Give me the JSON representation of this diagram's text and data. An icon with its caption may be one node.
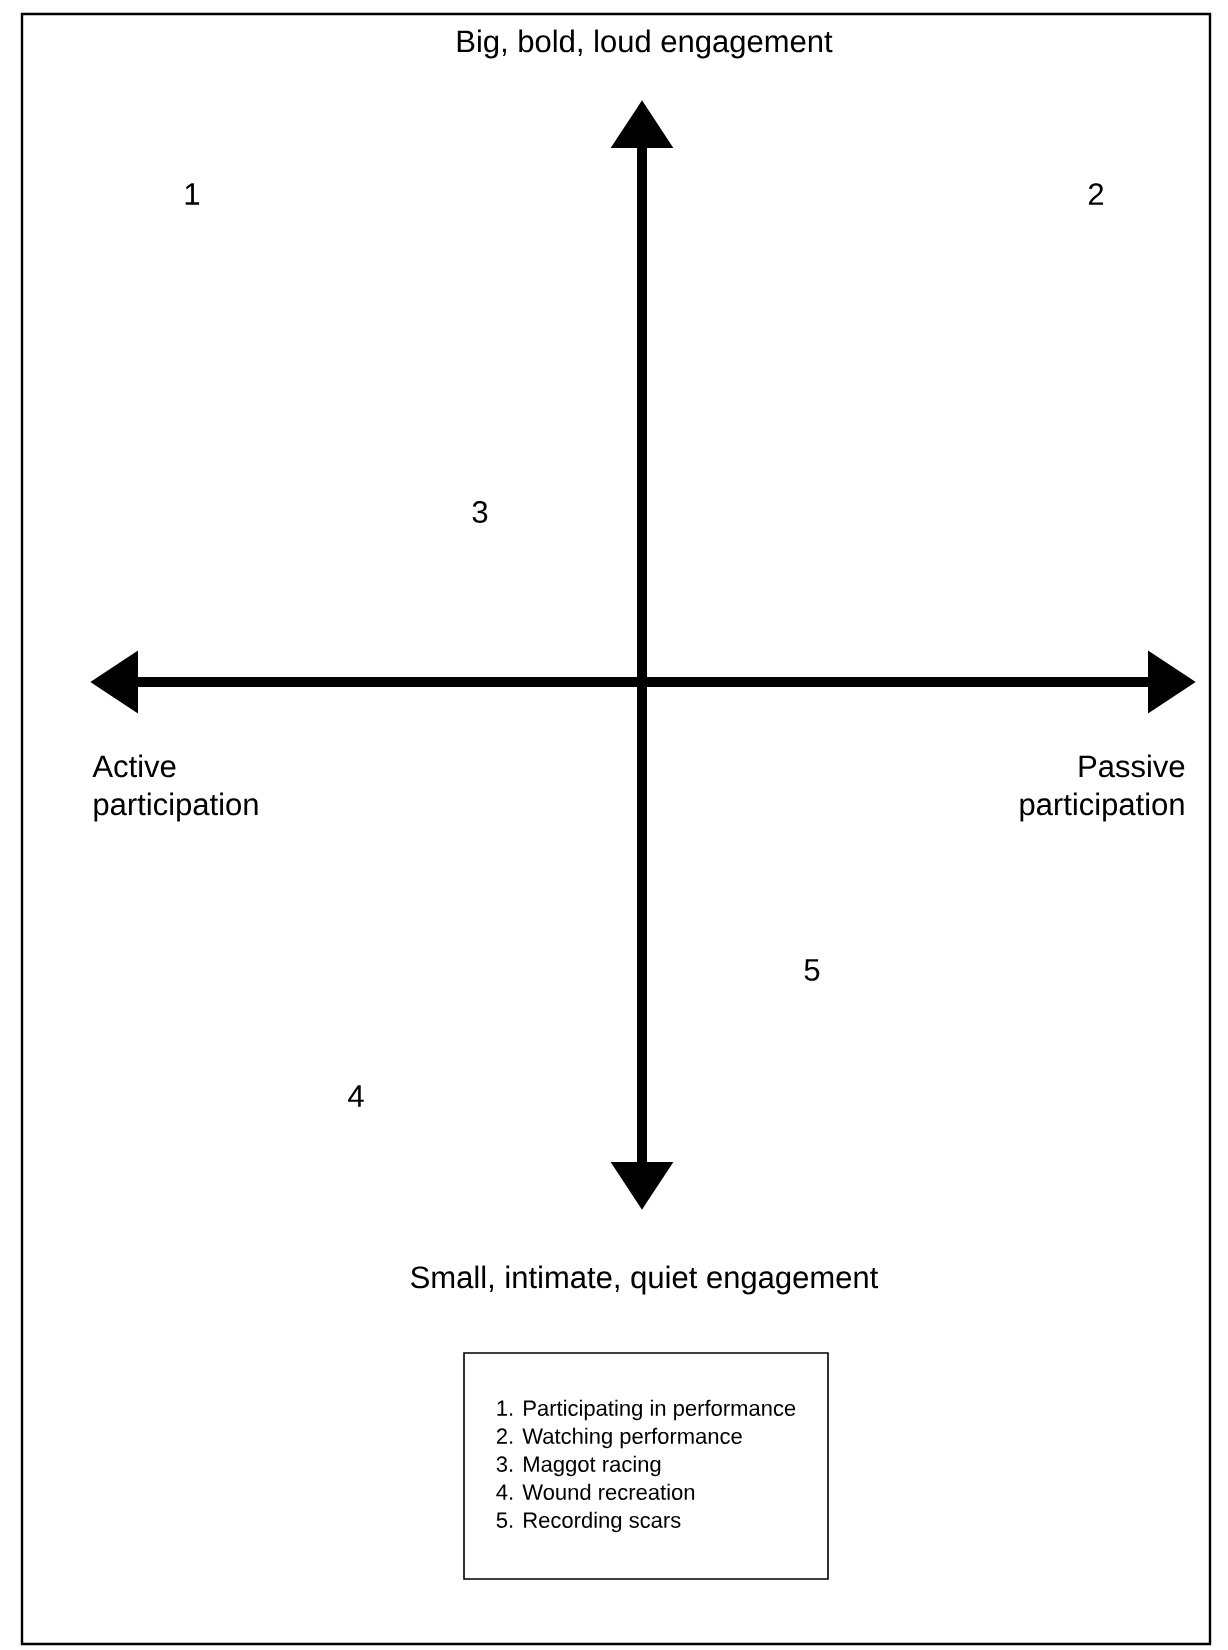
{
  "diagram": {
    "nodes": [
      {
        "text": [
          "1. Participating in performance",
          "2. Watching performance",
          "3. Maggot racing",
          "4. Wound recreation",
          "5. Recording scars"
        ]
      }
    ],
    "labels": [
      "Big, bold, loud engagement",
      "1",
      "2",
      "3",
      "Active participation",
      "Passive participation",
      "5",
      "4",
      "Small, intimate, quiet engagement"
    ]
  }
}
